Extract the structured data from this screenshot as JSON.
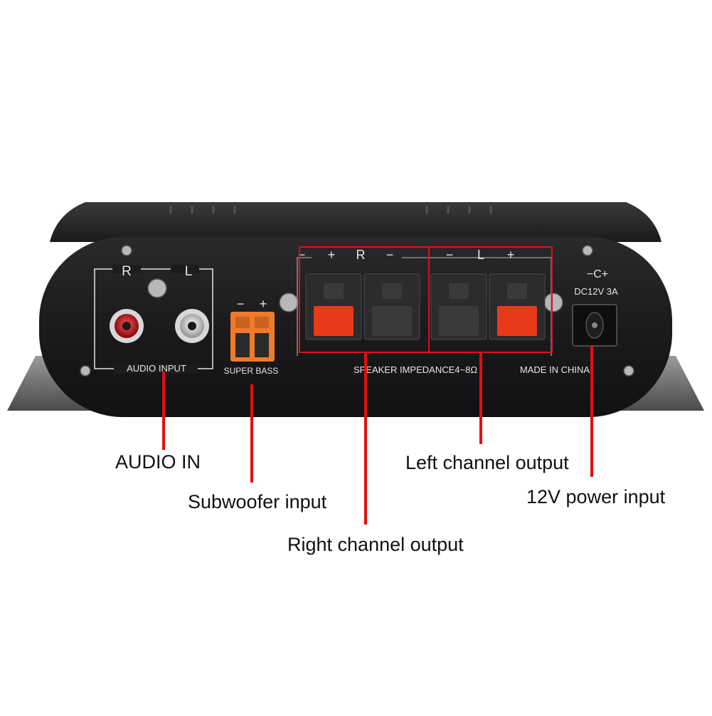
{
  "panel": {
    "label_r": "R",
    "label_l": "L",
    "audio_input": "AUDIO INPUT",
    "bass_minus": "−",
    "bass_plus": "+",
    "super_bass": "SUPER BASS",
    "right_terminals": {
      "plus": "+",
      "letter": "R",
      "minus": "−",
      "lead": "−"
    },
    "left_terminals": {
      "minus": "−",
      "letter": "L",
      "plus": "+"
    },
    "speaker_impedance": "SPEAKER IMPEDANCE4~8Ω",
    "made_in": "MADE IN CHINA",
    "dc_rating": "DC12V 3A",
    "dc_symbol": "−C+"
  },
  "callouts": {
    "audio_in": "AUDIO IN",
    "subwoofer_input": "Subwoofer input",
    "right_channel_output": "Right channel output",
    "left_channel_output": "Left channel output",
    "power_input": "12V power input"
  },
  "colors": {
    "device_body": "#1c1c1e",
    "panel_print": "#e6e6e6",
    "callout_line": "#e01010",
    "terminal_red": "#e83a1a",
    "terminal_dark": "#3a3a3a",
    "bass_terminal": "#ee7a2a",
    "rca_red": "#c8141e",
    "rca_white": "#e8e8e8"
  }
}
